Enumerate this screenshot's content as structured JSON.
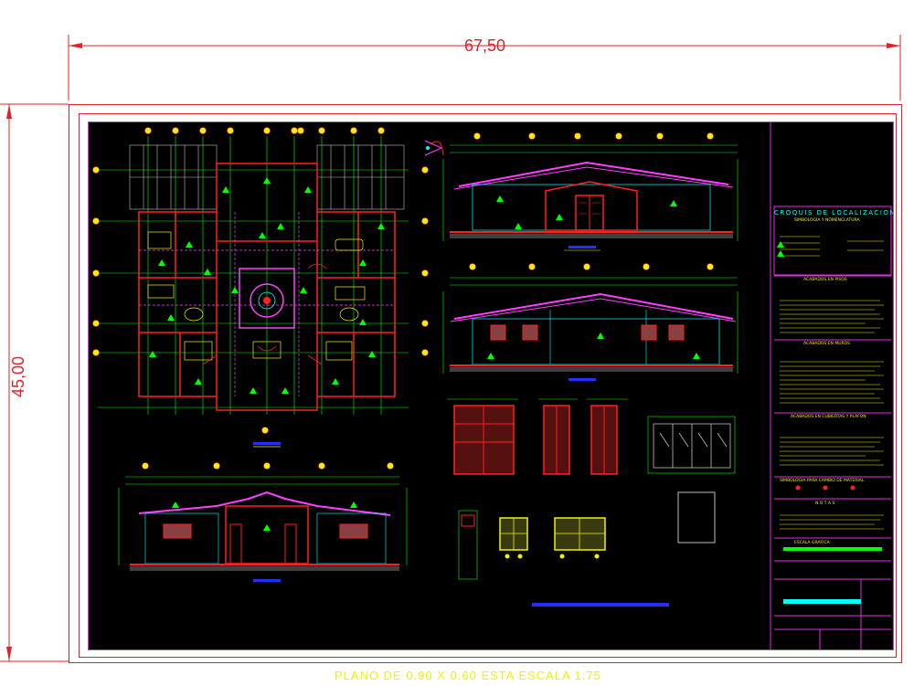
{
  "dimensions": {
    "width_label": "67,50",
    "height_label": "45,00"
  },
  "footer": {
    "note": "PLANO DE 0.90 X 0.60  ESTA ESCALA 1:75"
  },
  "title_block": {
    "location_sketch_title": "CROQUIS DE LOCALIZACION",
    "location_sketch_sub": "SIMBOLOGIA Y NOMENCLATURA",
    "floor_finishes": "ACABADOS EN PISOS",
    "wall_finishes": "ACABADOS EN MUROS",
    "roof_finishes": "ACABADOS EN CUBIERTAS Y PLAFON",
    "change_symbology": "SIMBOLOGIA PARA CAMBIO DE MATERIAL",
    "notes": "N O T A S",
    "section_scale": "ESCALA GRAFICA"
  },
  "colors": {
    "border": "#e0202a",
    "frame": "#e030e0",
    "wall": "#ff2020",
    "dimension": "#00ff00",
    "cyan": "#00ffff",
    "yellow": "#f2f200",
    "magenta": "#ff40ff"
  }
}
